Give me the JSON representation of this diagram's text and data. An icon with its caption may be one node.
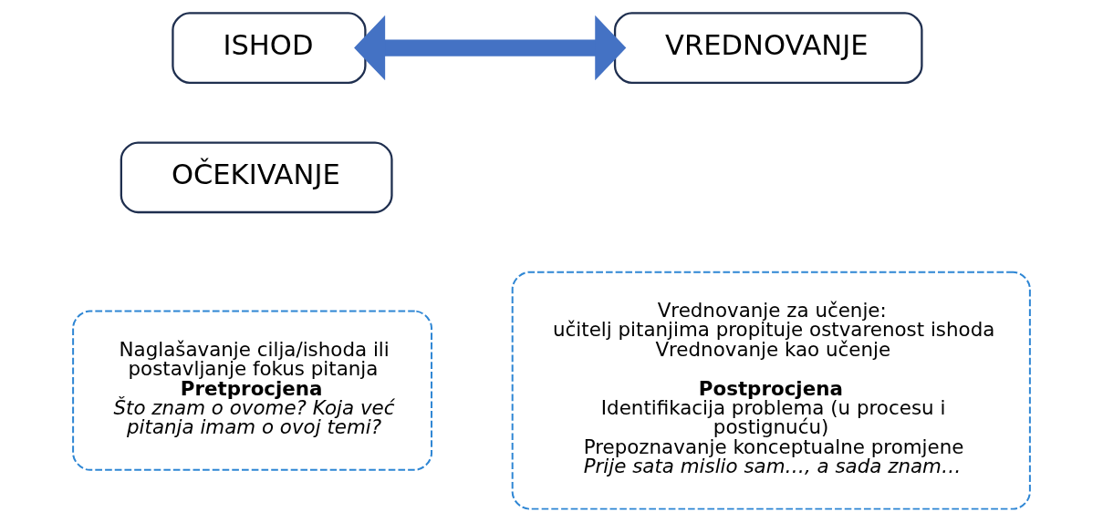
{
  "diagram": {
    "nodes": [
      {
        "text": [
          "ISHOD"
        ]
      },
      {
        "text": [
          "OČEKIVANJE"
        ]
      },
      {
        "text": [
          "VREDNOVANJE"
        ]
      },
      {
        "text": [
          "Naglašavanje cilja/ishoda ili postavljanje fokus pitanja",
          "Pretprocjena",
          "Što znam o ovome? Koja već pitanja imam o ovoj temi?"
        ]
      },
      {
        "text": [
          "Vrednovanje za učenje:",
          "učitelj pitanjima propituje ostvarenost ishoda",
          "Vrednovanje kao učenje",
          "Postprocjena",
          "Identifikacija problema (u procesu i postignuću)",
          "Prepoznavanje konceptualne promjene",
          "Prije sata mislio sam…, a sada znam…"
        ]
      }
    ],
    "edges": [
      {
        "from": 0,
        "to": 2,
        "arrow": "both",
        "color": "#4472c4"
      }
    ]
  }
}
